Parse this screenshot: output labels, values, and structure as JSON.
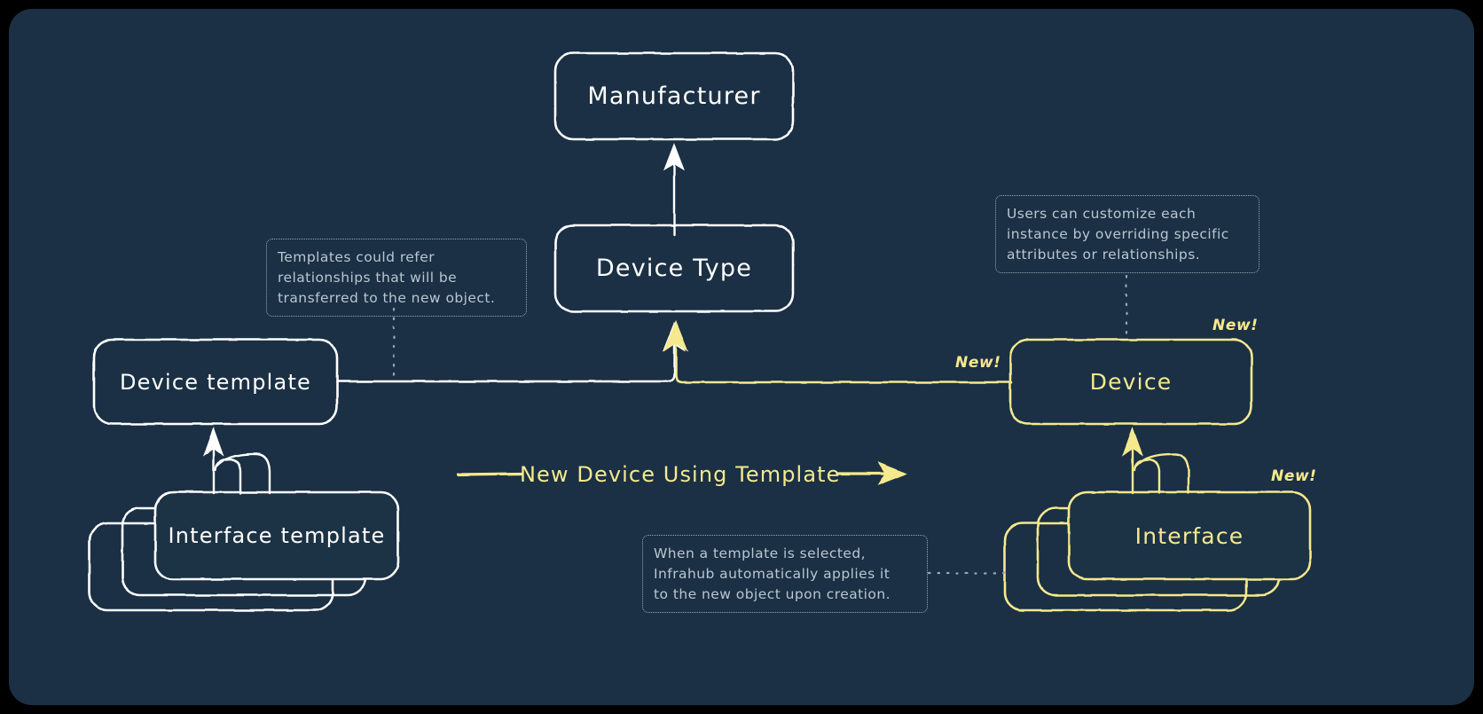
{
  "diagram": {
    "title": "Infrahub device template relationship diagram",
    "background_color": "#1b3044",
    "frame_color": "#000000",
    "colors": {
      "template_side": "#ffffff",
      "new_side": "#f5e98e",
      "annotation_text": "#b9c6d2",
      "annotation_border": "#97a7b5"
    }
  },
  "nodes": {
    "manufacturer": {
      "label": "Manufacturer",
      "color": "#ffffff"
    },
    "device_type": {
      "label": "Device Type",
      "color": "#ffffff"
    },
    "device_template": {
      "label": "Device template",
      "color": "#ffffff"
    },
    "interface_template": {
      "label": "Interface template",
      "color": "#ffffff",
      "stacked": true,
      "stack_count": 3
    },
    "device": {
      "label": "Device",
      "color": "#f5e98e"
    },
    "interface": {
      "label": "Interface",
      "color": "#f5e98e",
      "stacked": true,
      "stack_count": 3
    }
  },
  "badges": {
    "device_edge_new": "New!",
    "device_new": "New!",
    "interface_new": "New!"
  },
  "edges": {
    "transform_label": "New Device Using Template"
  },
  "annotations": {
    "templates_refer": {
      "lines": [
        "Templates could refer",
        "relationships that will be",
        "transferred to the new object."
      ]
    },
    "users_customize": {
      "lines": [
        "Users can customize each",
        "instance by overriding specific",
        "attributes or relationships."
      ]
    },
    "auto_apply": {
      "lines": [
        "When a template is selected,",
        "Infrahub automatically applies it",
        "to the new object upon creation."
      ]
    }
  }
}
